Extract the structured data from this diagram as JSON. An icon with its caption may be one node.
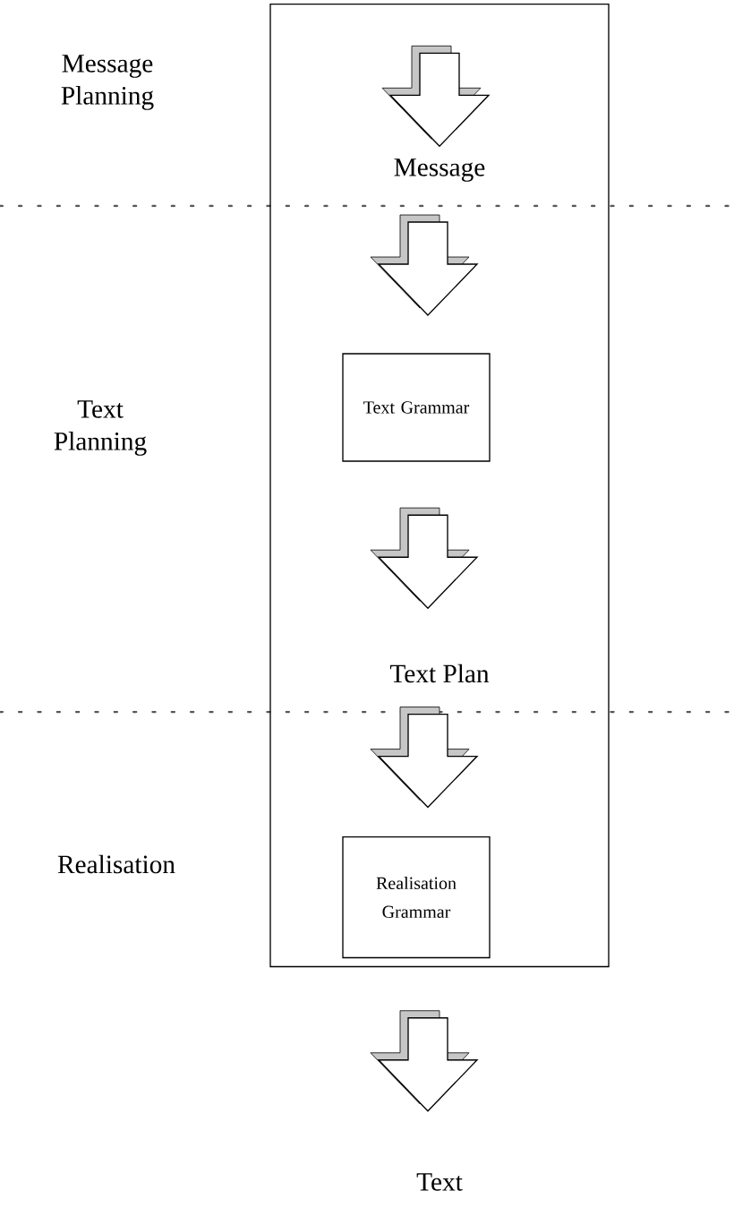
{
  "diagram": {
    "nodes": [
      {
        "text": [],
        "shape": "box"
      },
      {
        "text": [
          "Message"
        ],
        "in": 0
      },
      {
        "text": [
          "Text Grammar"
        ],
        "in": 0
      },
      {
        "text": [
          "Text Plan"
        ],
        "in": 0
      },
      {
        "text": [
          "Realisation Grammar"
        ],
        "in": 0
      },
      {
        "text": [
          "Text"
        ]
      }
    ],
    "edges": [
      {
        "from": null,
        "to": 1,
        "arrow": "to"
      },
      {
        "from": 1,
        "to": 2,
        "arrow": "to"
      },
      {
        "from": 2,
        "to": 3,
        "arrow": "to"
      },
      {
        "from": 3,
        "to": 4,
        "arrow": "to"
      },
      {
        "from": 4,
        "to": 5,
        "arrow": "to"
      }
    ],
    "labels": [
      "Message Planning",
      "Text Planning",
      "Realisation"
    ]
  }
}
